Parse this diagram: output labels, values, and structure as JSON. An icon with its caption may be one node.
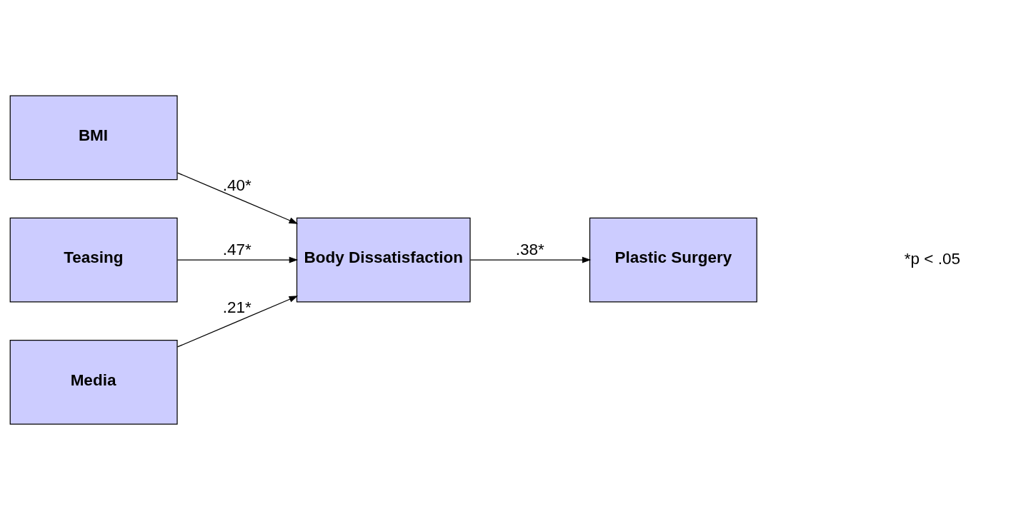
{
  "diagram": {
    "nodes": [
      {
        "text": [
          "BMI"
        ]
      },
      {
        "text": [
          "Teasing"
        ]
      },
      {
        "text": [
          "Media"
        ]
      },
      {
        "text": [
          "Body Dissatisfaction"
        ]
      },
      {
        "text": [
          "Plastic Surgery"
        ]
      }
    ],
    "edges": [
      {
        "from": 0,
        "to": 3,
        "arrow": "to",
        "label": ".40*"
      },
      {
        "from": 1,
        "to": 3,
        "arrow": "to",
        "label": ".47*"
      },
      {
        "from": 2,
        "to": 3,
        "arrow": "to",
        "label": ".21*"
      },
      {
        "from": 3,
        "to": 4,
        "arrow": "to",
        "label": ".38*"
      }
    ],
    "labels": [
      "*p < .05"
    ]
  }
}
